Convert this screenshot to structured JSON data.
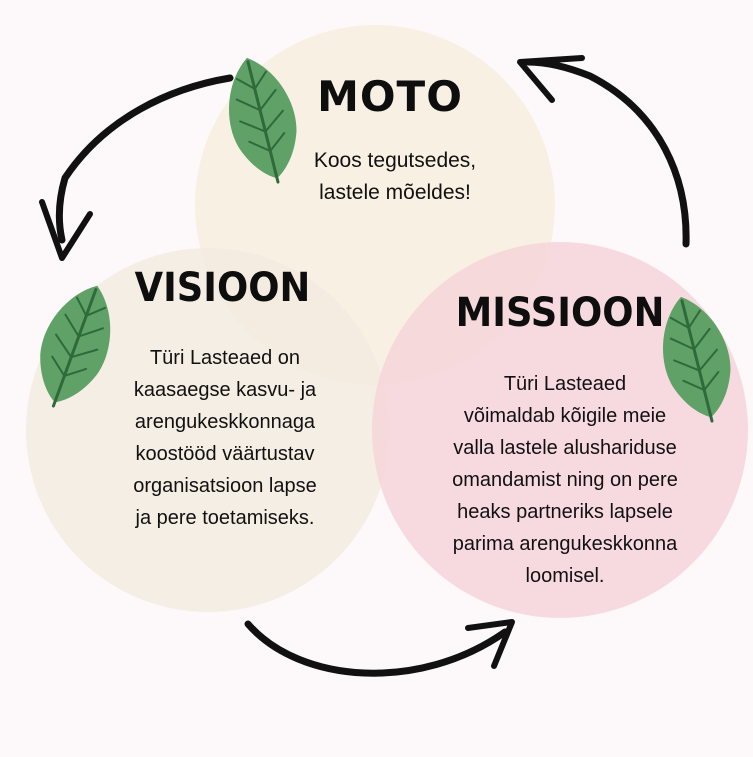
{
  "colors": {
    "background": "#fdf9fa",
    "moto_circle": "#f8eedf",
    "visioon_circle": "#f3ebdf",
    "missioon_circle": "#f6d5d9",
    "leaf": "#5fa167",
    "arrow": "#111111"
  },
  "moto": {
    "title": "MOTO",
    "text": "Koos tegutsedes,\nlastele mõeldes!",
    "icon": "leaf-icon"
  },
  "visioon": {
    "title": "VISIOON",
    "text": "Türi Lasteaed on\nkaasaegse kasvu- ja\narengukeskkonnaga\nkoostööd väärtustav\norganisatsioon lapse\nja pere toetamiseks.",
    "icon": "leaf-icon"
  },
  "missioon": {
    "title": "MISSIOON",
    "text": "Türi Lasteaed\nvõimaldab kõigile meie\nvalla lastele alushariduse\nomandamist ning on pere\nheaks partneriks lapsele\nparima arengukeskkonna\nloomisel.",
    "icon": "leaf-icon"
  },
  "arrows": [
    "cycle-arrow-icon",
    "cycle-arrow-icon",
    "cycle-arrow-icon"
  ]
}
